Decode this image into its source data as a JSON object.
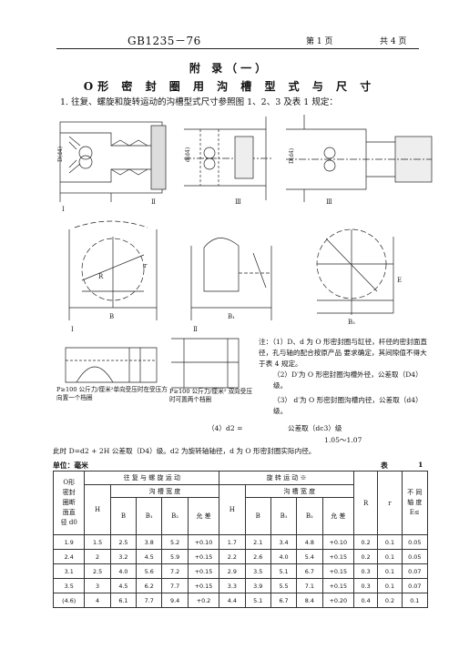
{
  "header": {
    "standard": "GB1235－76",
    "page": "第 1 页",
    "total": "共 4 页"
  },
  "appendix_title": "附 录（一）",
  "main_title": "O形 密 封 圈 用 沟 槽 型 式 与 尺 寸",
  "intro": "1. 往复、螺旋和旋转运动的沟槽型式尺寸参照图 1、2、3 及表 1 规定：",
  "figures": {
    "roman_labels": [
      "Ⅰ",
      "Ⅱ",
      "Ⅲ",
      "Ⅲ",
      "Ⅰ",
      "Ⅱ"
    ],
    "dim_labels": [
      "D(d4)",
      "d(d4)",
      "D(d4)",
      "B",
      "B₁",
      "B₂",
      "R",
      "r",
      "E"
    ],
    "caption_left": "P≥100 公斤力/厘米²单向受压时在受压方向置一个档圈",
    "caption_mid": "P≥100 公斤力/厘米² 双向受压时可置两个档圈"
  },
  "notes": {
    "n1": "注：（1）D、d 为 O 形密封圈与缸径，杆径的密封面直径，孔与轴的配合按原产品 要求确定，其间隙值不得大于表 4 规定。",
    "n2": "（2）D′为 O 形密封圈沟槽外径，公差取（D4）级。",
    "n3": "（3） d′为 O 形密封圈沟槽内径，公差取（d4）级。",
    "n4_prefix": "（4）d2 =",
    "n4_suffix": "公差取（dc3）级",
    "n4_line2": "1.05～1.07",
    "footer_line": "此时 D=d2 + 2H 公差取（D4）级。d2 为旋转轴轴径，d 为 O 形密封圈实际内径。"
  },
  "table": {
    "unit_label": "单位：毫米",
    "table_label": "表",
    "table_number": "1",
    "col_first": [
      "O形",
      "密封",
      "圈断",
      "面直",
      "径 d0"
    ],
    "group_reciprocating": "往 复 与 螺 旋 运 动",
    "group_rotary": "旋 转 运 动 ※",
    "groove_width": "沟 槽 宽 度",
    "col_H": "H",
    "col_B": "B",
    "col_B1": "B₁",
    "col_B2": "B₂",
    "col_tol": "允 差",
    "col_R": "R",
    "col_r": "r",
    "col_coax": [
      "不 同",
      "轴 度",
      "E≤"
    ],
    "rows": [
      [
        "1.9",
        "1.5",
        "2.5",
        "3.8",
        "5.2",
        "+0.10",
        "1.7",
        "2.1",
        "3.4",
        "4.8",
        "+0.10",
        "0.2",
        "0.1",
        "0.05"
      ],
      [
        "2.4",
        "2",
        "3.2",
        "4.5",
        "5.9",
        "+0.15",
        "2.2",
        "2.6",
        "4.0",
        "5.4",
        "+0.15",
        "0.2",
        "0.1",
        "0.05"
      ],
      [
        "3.1",
        "2.5",
        "4.0",
        "5.6",
        "7.2",
        "+0.15",
        "2.9",
        "3.5",
        "5.1",
        "6.7",
        "+0.15",
        "0.3",
        "0.1",
        "0.07"
      ],
      [
        "3.5",
        "3",
        "4.5",
        "6.2",
        "7.7",
        "+0.15",
        "3.3",
        "3.9",
        "5.5",
        "7.1",
        "+0.15",
        "0.3",
        "0.1",
        "0.07"
      ],
      [
        "(4.6)",
        "4",
        "6.1",
        "7.7",
        "9.4",
        "+0.2",
        "4.4",
        "5.1",
        "6.7",
        "8.4",
        "+0.20",
        "0.4",
        "0.2",
        "0.1"
      ]
    ]
  }
}
